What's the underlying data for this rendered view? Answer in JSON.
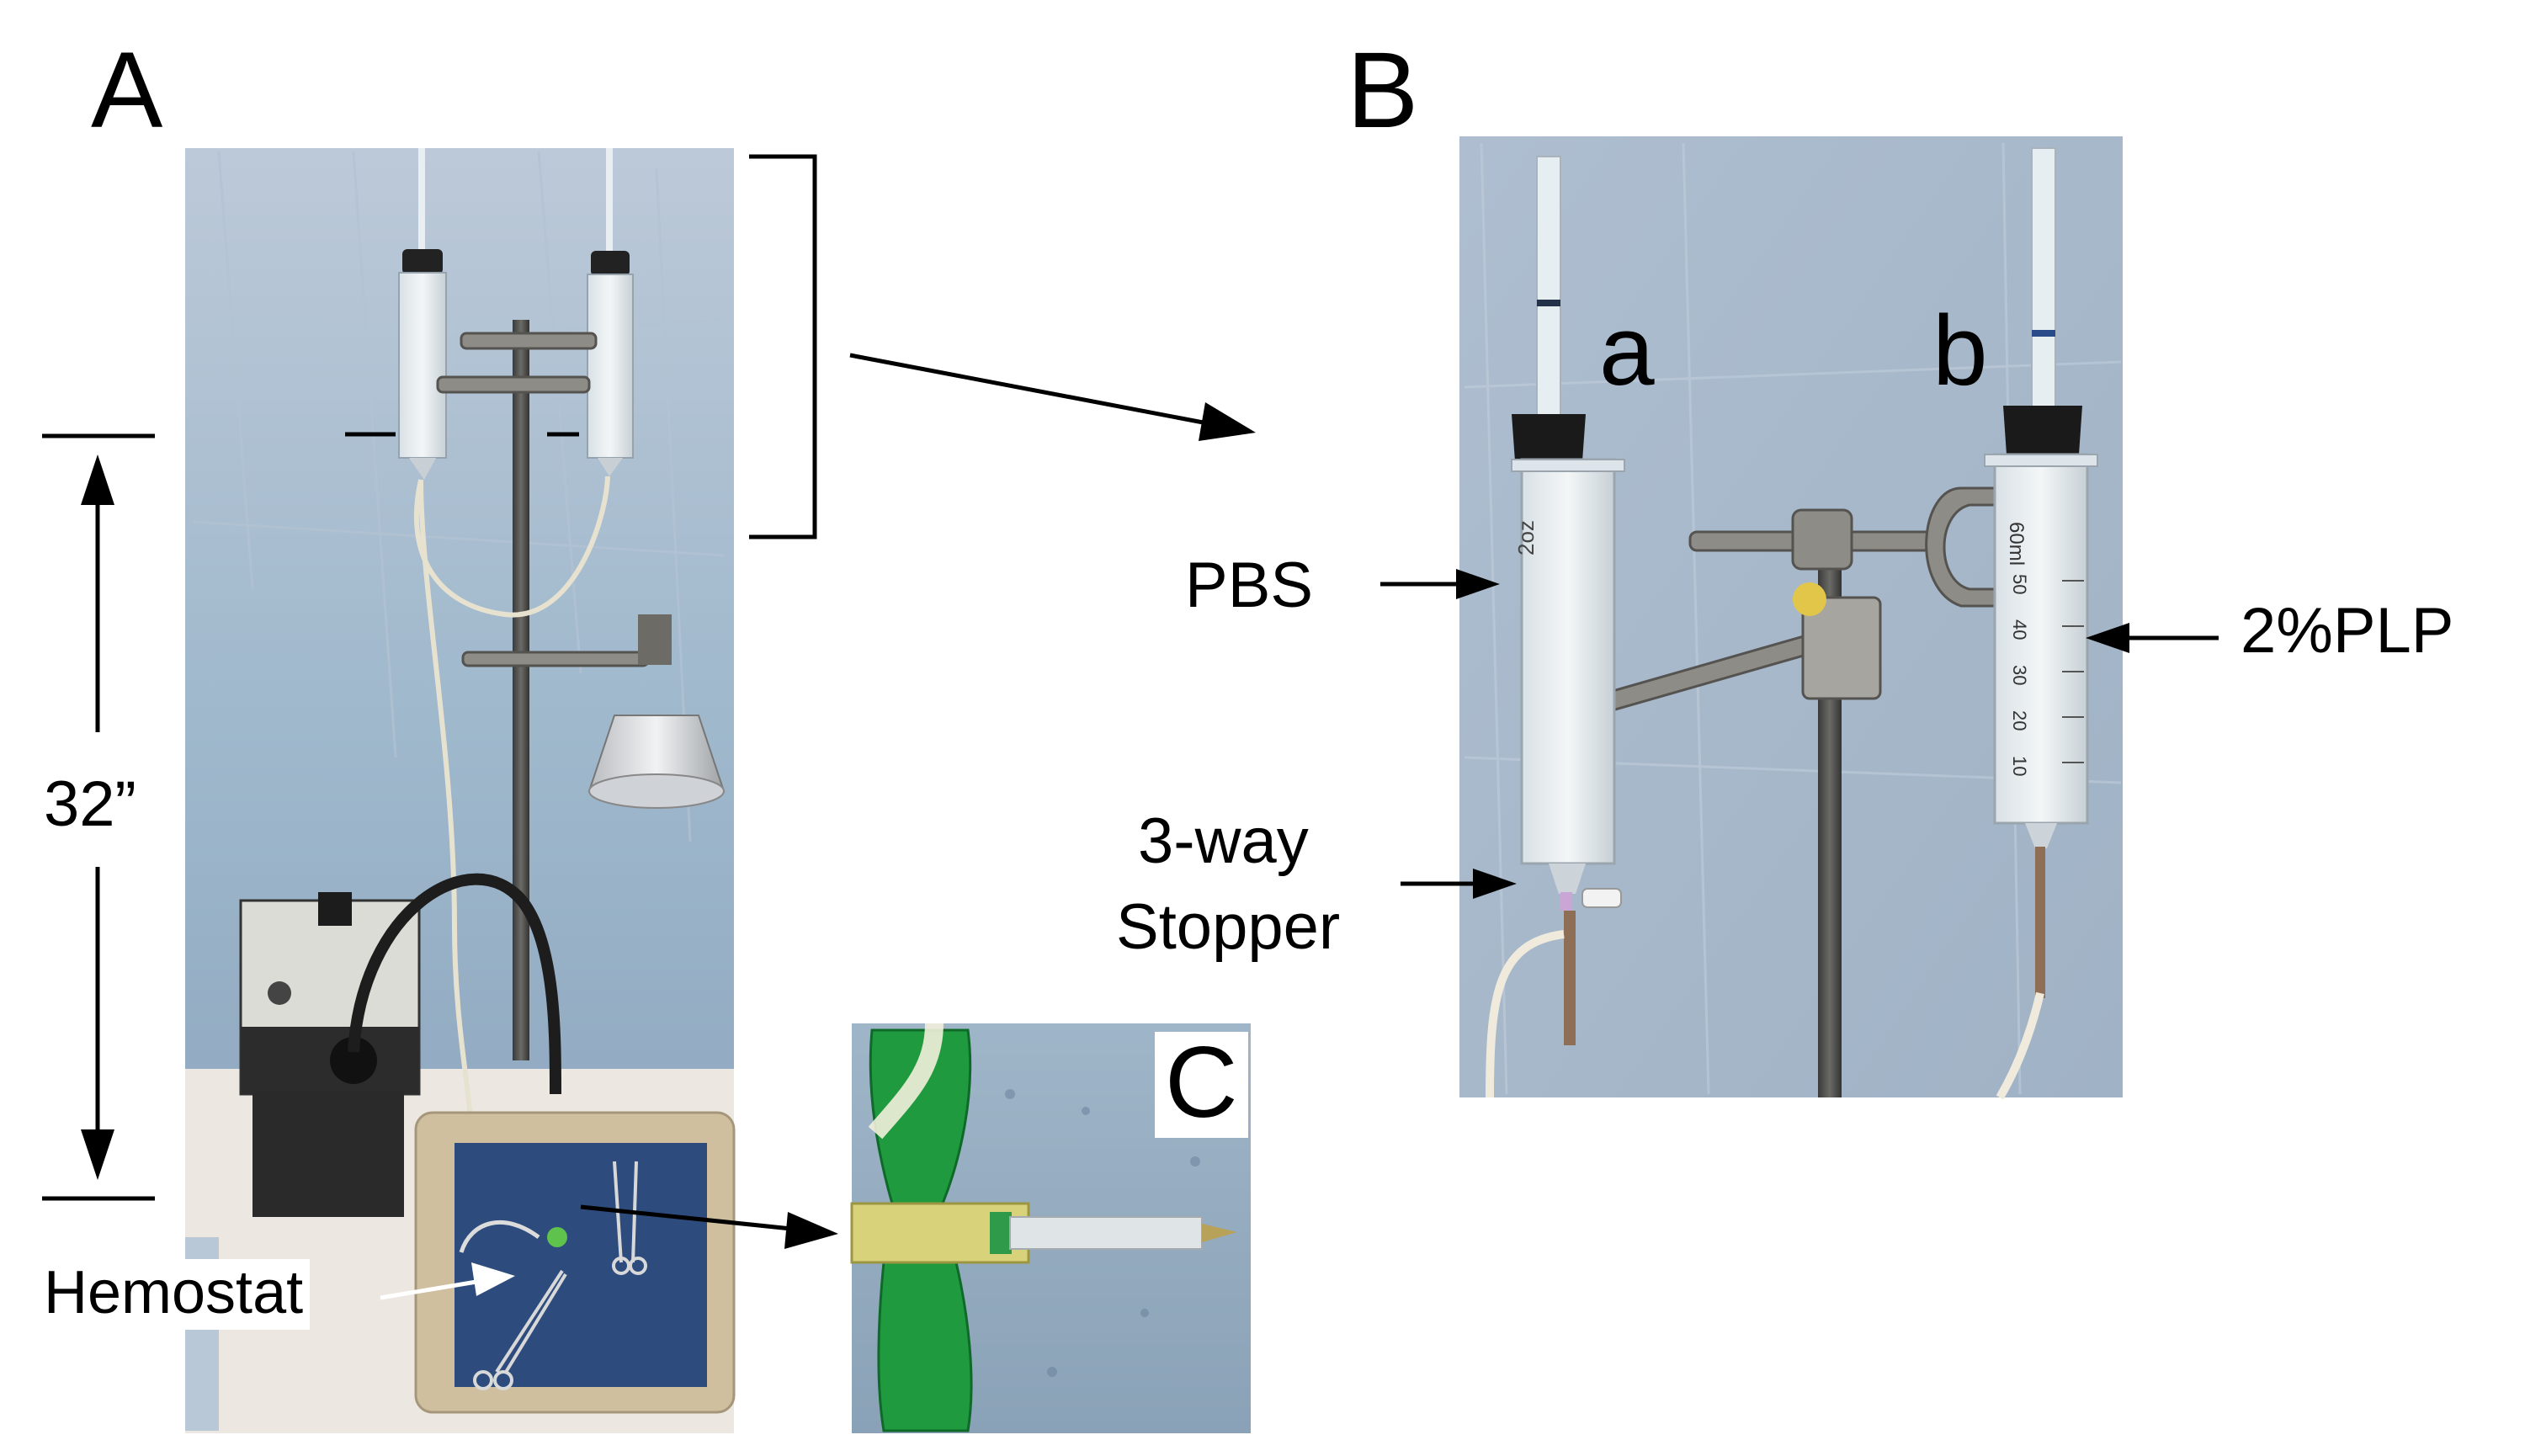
{
  "figure": {
    "panels": [
      "A",
      "B",
      "C"
    ],
    "measurement": "32”",
    "labels": {
      "hemostat": "Hemostat",
      "pbs": "PBS",
      "three_way_line1": "3-way",
      "three_way_line2": "Stopper",
      "plp": "2%PLP",
      "syringe_a": "a",
      "syringe_b": "b"
    },
    "syringe_text": {
      "barrel_a": "2oz",
      "barrel_b": "60ml",
      "scale_b": [
        "50",
        "40",
        "30",
        "20",
        "10"
      ]
    }
  }
}
